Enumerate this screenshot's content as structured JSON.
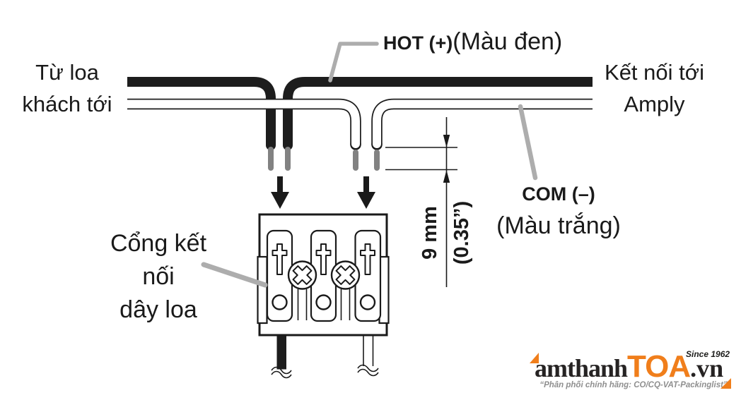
{
  "colors": {
    "accent_orange": "#F07E1B",
    "wire_black": "#1D1D1D",
    "leader_gray": "#ADADAD",
    "tip_gray": "#828282",
    "text": "#1A1A1A",
    "tagline_gray": "#8F8F8F"
  },
  "labels": {
    "from_speaker": "Từ loa\nkhách tới",
    "to_amplifier": "Kết nối tới\nAmply",
    "hot": "HOT (+)",
    "hot_color": "(Màu đen)",
    "com": "COM (–)",
    "com_color": "(Màu trắng)",
    "terminal_port": "Cổng kết nối\ndây loa"
  },
  "dimension": {
    "strip_length_mm": "9 mm",
    "strip_length_inch": "(0.35”)"
  },
  "logo": {
    "brand_prefix": "amthanh",
    "brand_core": "TOA",
    "brand_suffix": ".vn",
    "since": "Since 1962",
    "tagline": "“Phân phối chính hãng: CO/CQ-VAT-Packinglist”"
  }
}
